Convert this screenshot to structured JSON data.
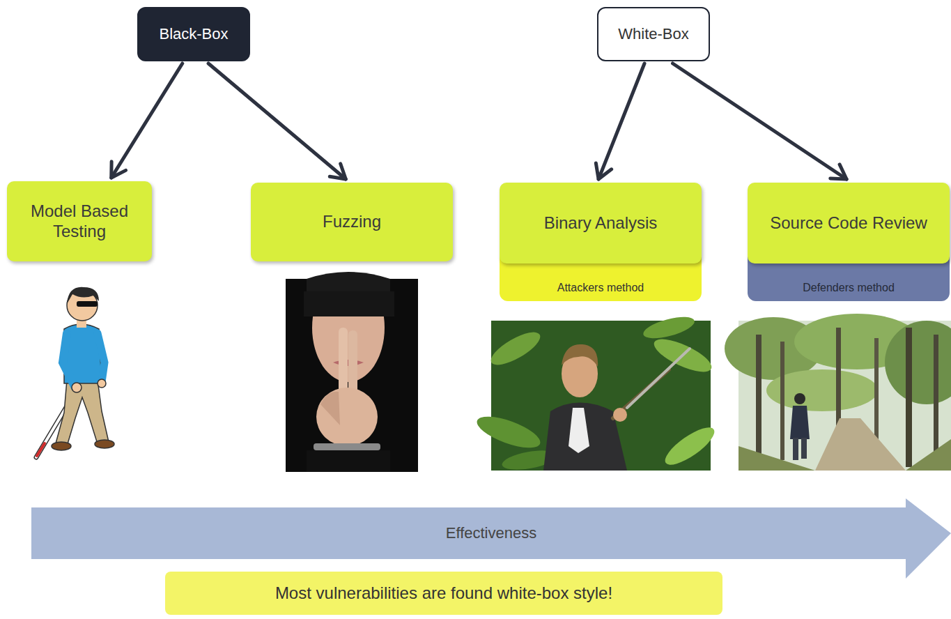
{
  "diagram": {
    "nodes": [
      {
        "text": [
          "Black-Box"
        ]
      },
      {
        "text": [
          "White-Box"
        ]
      },
      {
        "text": [
          "Model Based Testing"
        ]
      },
      {
        "text": [
          "Fuzzing"
        ]
      },
      {
        "text": [
          "Binary Analysis"
        ]
      },
      {
        "text": [
          "Attackers method"
        ]
      },
      {
        "text": [
          "Source Code Review"
        ]
      },
      {
        "text": [
          "Defenders method"
        ]
      },
      {
        "text": [
          "Effectiveness"
        ]
      },
      {
        "text": [
          "Most vulnerabilities are found white-box style!"
        ]
      }
    ],
    "edges": [
      {
        "from": 0,
        "to": 2,
        "arrow": "to"
      },
      {
        "from": 0,
        "to": 3,
        "arrow": "to"
      },
      {
        "from": 1,
        "to": 4,
        "arrow": "to"
      },
      {
        "from": 1,
        "to": 6,
        "arrow": "to"
      }
    ]
  }
}
